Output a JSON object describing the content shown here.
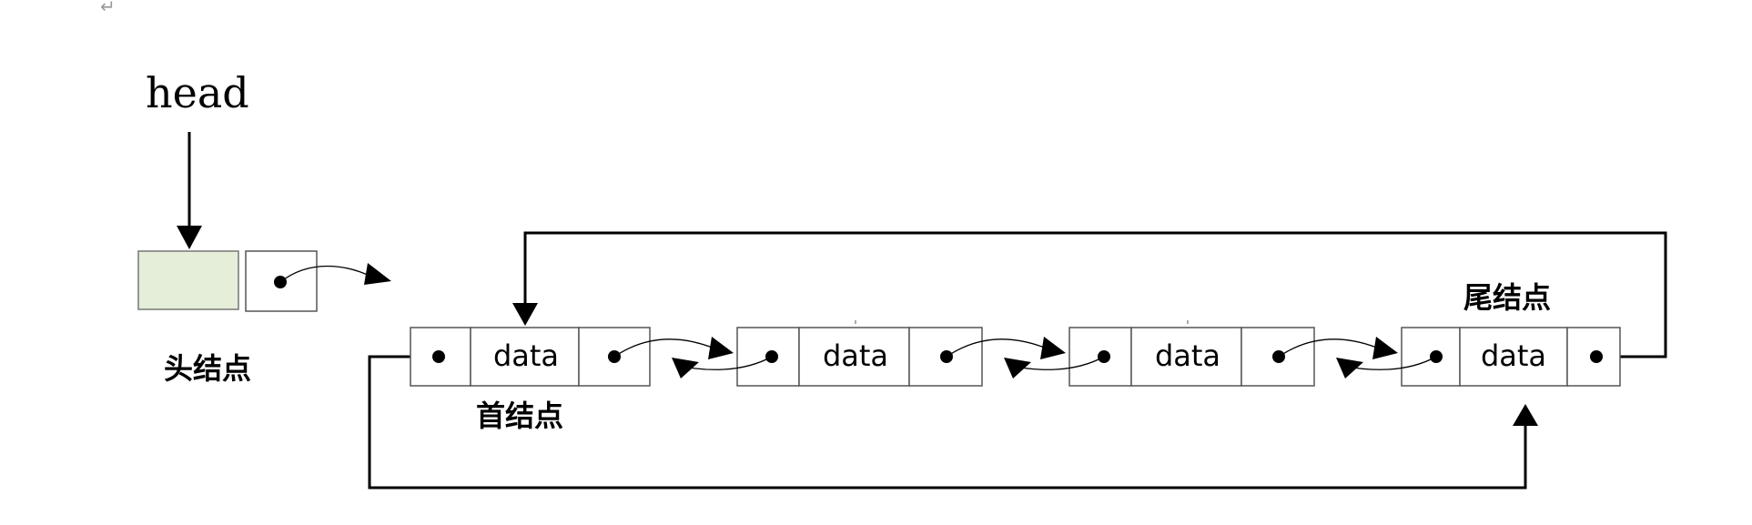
{
  "diagram": {
    "head_label": "head",
    "head_node_label": "头结点",
    "first_node_label": "首结点",
    "tail_node_label": "尾结点",
    "nodes": [
      {
        "data": "data"
      },
      {
        "data": "data"
      },
      {
        "data": "data"
      },
      {
        "data": "data"
      }
    ]
  },
  "colors": {
    "line": "#000000",
    "box_border": "#555555",
    "head_fill": "#e4eed9"
  }
}
